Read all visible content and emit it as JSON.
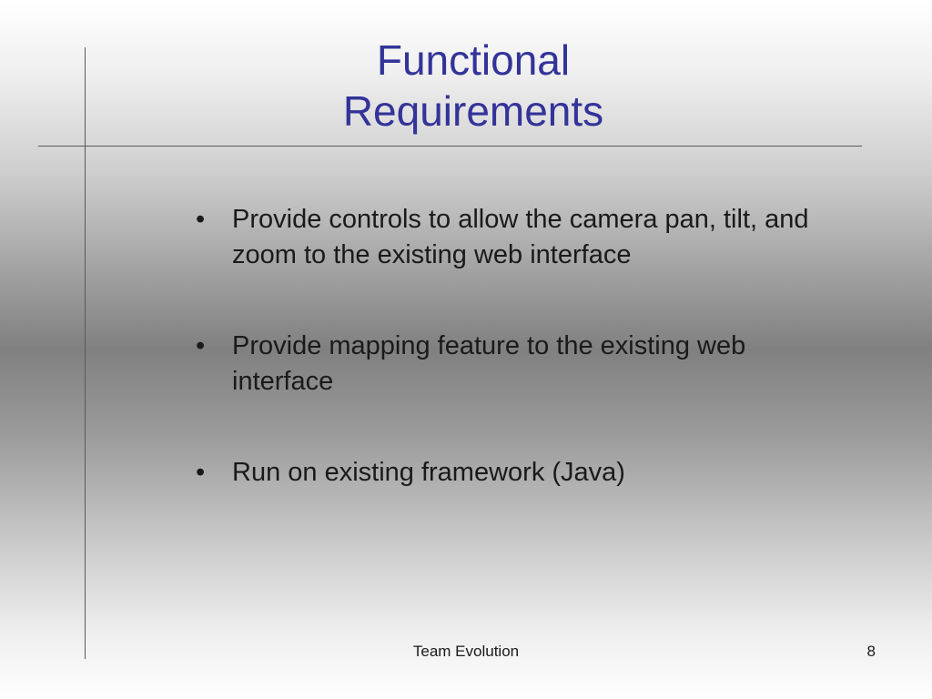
{
  "slide": {
    "title_line1": "Functional",
    "title_line2": "Requirements",
    "bullet_glyph": "•",
    "bullets": [
      "Provide controls to allow the camera pan, tilt, and zoom to the existing web interface",
      "Provide mapping feature to the existing web interface",
      "Run on existing framework (Java)"
    ],
    "footer_text": "Team Evolution",
    "page_number": "8"
  }
}
